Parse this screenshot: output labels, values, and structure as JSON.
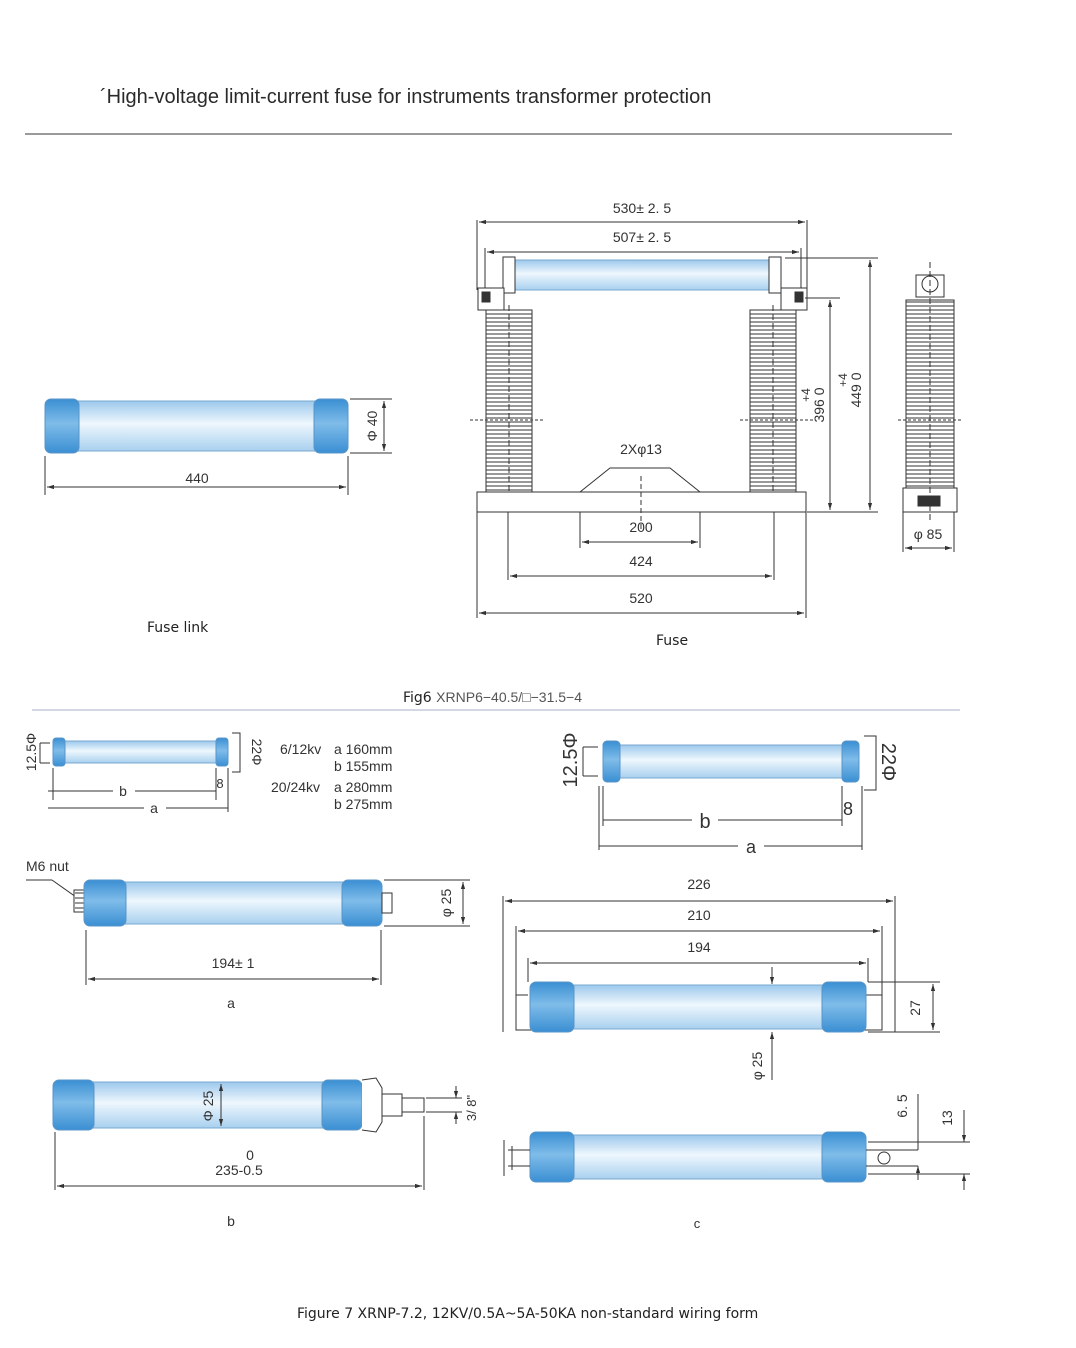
{
  "page": {
    "title": "´High-voltage limit-current fuse for instruments transformer protection"
  },
  "fig6": {
    "fuse_link_label": "Fuse link",
    "fuse_label": "Fuse",
    "caption_prefix": "Fig6",
    "caption_model": "XRNP6−40.5/□−31.5−4",
    "fuse_link_dims": {
      "length": "440",
      "diameter": "Φ 40"
    },
    "fuse_dims": {
      "top_outer": "530± 2. 5",
      "top_inner": "507± 2. 5",
      "holes": "2Xφ13",
      "base_200": "200",
      "base_424": "424",
      "base_520": "520",
      "height_396": "396 0",
      "height_396_tol": "+4",
      "height_449": "449 0",
      "height_449_tol": "+4",
      "side_dia": "φ 85"
    }
  },
  "fig7": {
    "caption": "Figure 7 XRNP-7.2, 12KV/0.5A~5A-50KA non-standard wiring form",
    "small_left": {
      "d1": "12.5Φ",
      "d2": "22Φ",
      "dim_8": "8",
      "dim_b": "b",
      "dim_a": "a"
    },
    "spec_table": [
      {
        "voltage": "6/12kv",
        "a": "a 160mm",
        "b": "b 155mm"
      },
      {
        "voltage": "20/24kv",
        "a": "a 280mm",
        "b": "b 275mm"
      }
    ],
    "large_right": {
      "d1": "12.5Φ",
      "d2": "22Φ",
      "dim_8": "8",
      "dim_b": "b",
      "dim_a": "a"
    },
    "fuse_a": {
      "nut_label": "M6 nut",
      "length": "194± 1",
      "dia": "φ 25",
      "label": "a"
    },
    "fuse_b": {
      "dia": "Φ 25",
      "tol": "0",
      "length": "235-0.5",
      "thread": "3/ 8\"",
      "label": "b"
    },
    "fuse_c": {
      "dim_226": "226",
      "dim_210": "210",
      "dim_194": "194",
      "dim_27": "27",
      "dia": "φ 25",
      "dim_65": "6. 5",
      "dim_13": "13",
      "label": "c"
    }
  }
}
